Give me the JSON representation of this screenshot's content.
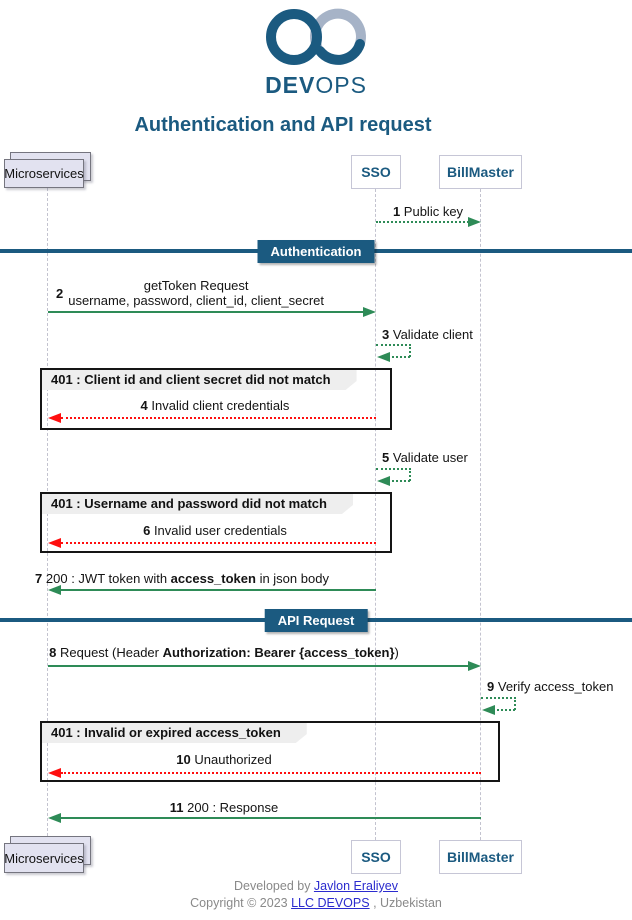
{
  "logo": {
    "brand_bold": "DEV",
    "brand_light": "OPS"
  },
  "title": "Authentication and API request",
  "participants": {
    "microservices": "Microservices",
    "sso": "SSO",
    "billmaster": "BillMaster"
  },
  "dividers": {
    "auth": "Authentication",
    "api": "API Request"
  },
  "messages": {
    "m1": {
      "num": "1",
      "text": "Public key"
    },
    "m2": {
      "num": "2",
      "line1": "getToken Request",
      "line2": "username, password, client_id, client_secret"
    },
    "m3": {
      "num": "3",
      "text": "Validate client"
    },
    "m4": {
      "num": "4",
      "text": "Invalid client credentials"
    },
    "m5": {
      "num": "5",
      "text": "Validate user"
    },
    "m6": {
      "num": "6",
      "text": "Invalid user credentials"
    },
    "m7": {
      "num": "7",
      "pre": "200 : JWT token with ",
      "bold": "access_token",
      "post": " in json body"
    },
    "m8": {
      "num": "8",
      "pre": "Request (Header ",
      "bold": "Authorization: Bearer {access_token}",
      "post": ")"
    },
    "m9": {
      "num": "9",
      "text": "Verify access_token"
    },
    "m10": {
      "num": "10",
      "text": "Unauthorized"
    },
    "m11": {
      "num": "11",
      "text": "200 : Response"
    }
  },
  "groups": {
    "g1": "401 : Client id and client secret did not match",
    "g2": "401 : Username and password did not match",
    "g3": "401 : Invalid or expired access_token"
  },
  "footer": {
    "dev_pre": "Developed by ",
    "dev_link": "Javlon Eraliyev",
    "copy_pre": "Copyright © 2023 ",
    "copy_link": "LLC DEVOPS",
    "copy_post": " , Uzbekistan"
  },
  "colors": {
    "accent_blue": "#1b5a80",
    "logo_light_blue": "#a6b3c7",
    "arrow_green": "#2e8b57",
    "arrow_red": "#ff0f0f",
    "collections_fill": "#e2e2f0",
    "group_header_fill": "#eeeeee",
    "link_blue": "#2b2bce",
    "footer_gray": "#898989"
  }
}
